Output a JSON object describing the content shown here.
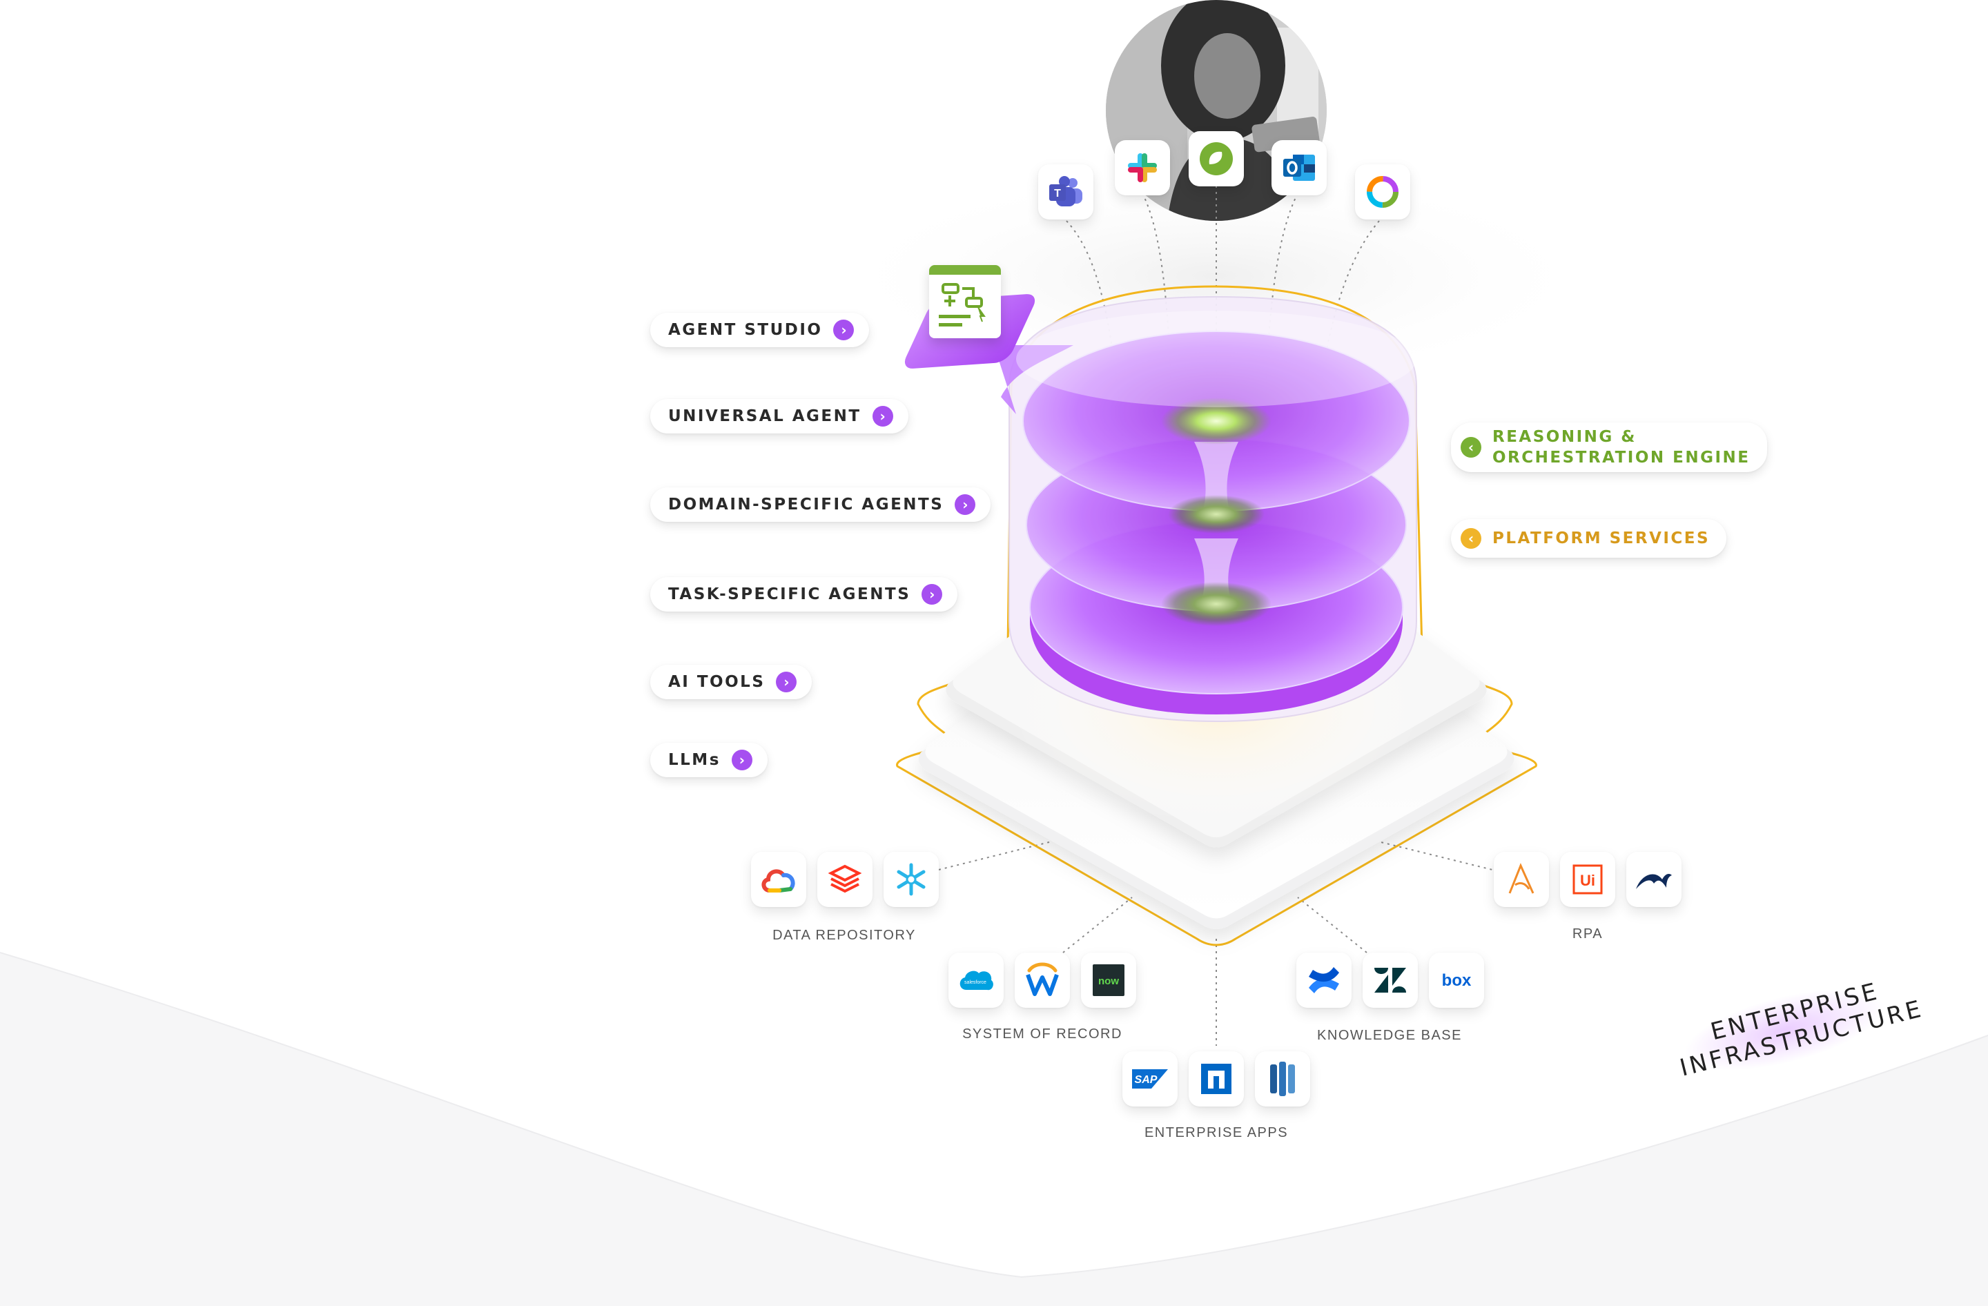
{
  "colors": {
    "accent_purple": "#a64ff0",
    "reasoning_green": "#6fa62a",
    "platform_gold": "#d79a1c",
    "outline_gold": "#f2b51c"
  },
  "left_pills": [
    {
      "label": "AGENT STUDIO"
    },
    {
      "label": "UNIVERSAL AGENT"
    },
    {
      "label": "DOMAIN-SPECIFIC AGENTS"
    },
    {
      "label": "TASK-SPECIFIC AGENTS"
    },
    {
      "label": "AI TOOLS"
    },
    {
      "label": "LLMs"
    }
  ],
  "right_pills": {
    "reasoning": {
      "line1": "REASONING &",
      "line2": "ORCHESTRATION ENGINE"
    },
    "platform": {
      "label": "PLATFORM SERVICES"
    }
  },
  "top_channels": [
    "teams-icon",
    "slack-icon",
    "chat-bubble-icon",
    "outlook-icon",
    "webex-icon"
  ],
  "groups": {
    "data_repository": {
      "label": "DATA REPOSITORY",
      "icons": [
        "google-cloud-icon",
        "databricks-icon",
        "snowflake-icon"
      ]
    },
    "system_of_record": {
      "label": "SYSTEM OF RECORD",
      "icons": [
        "salesforce-icon",
        "workday-icon",
        "servicenow-icon"
      ],
      "badges": [
        "salesforce",
        "now"
      ]
    },
    "enterprise_apps": {
      "label": "ENTERPRISE APPS",
      "icons": [
        "sap-icon",
        "netapp-icon",
        "database-icon"
      ],
      "badges": [
        "SAP"
      ]
    },
    "knowledge_base": {
      "label": "KNOWLEDGE BASE",
      "icons": [
        "confluence-icon",
        "zendesk-icon",
        "box-icon"
      ],
      "badges": [
        "box"
      ]
    },
    "rpa": {
      "label": "RPA",
      "icons": [
        "automation-anywhere-icon",
        "uipath-icon",
        "blue-prism-icon"
      ],
      "badges": [
        "Ui"
      ]
    }
  },
  "enterprise_label": {
    "line1": "ENTERPRISE",
    "line2": "INFRASTRUCTURE"
  }
}
